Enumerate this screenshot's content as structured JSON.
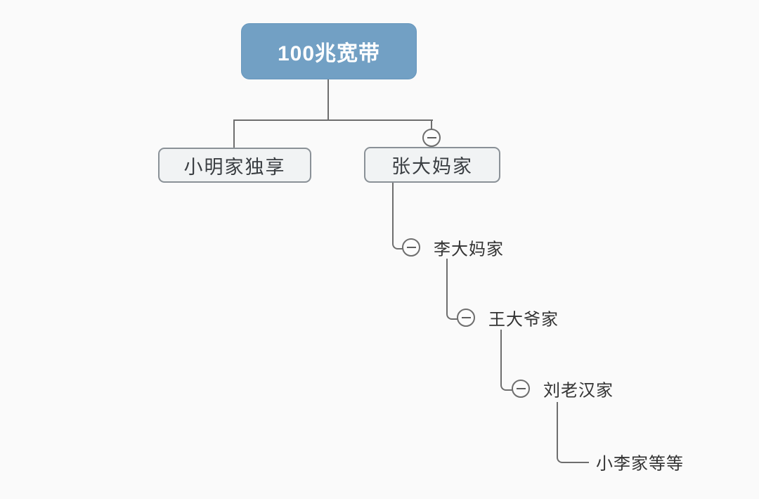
{
  "title": "broadband sharing mindmap",
  "colors": {
    "background": "#fafafa",
    "root_fill": "#72a0c4",
    "root_text": "#ffffff",
    "node_fill": "#f1f3f4",
    "node_border": "#8a9197",
    "node_text": "#3a3e42",
    "connector_line": "#6e6e6e"
  },
  "icons": {
    "collapse": "minus-in-circle"
  },
  "root": {
    "label": "100兆宽带"
  },
  "children": [
    {
      "label": "小明家独享",
      "has_collapse_icon": false
    },
    {
      "label": "张大妈家",
      "has_collapse_icon": true
    }
  ],
  "chain": [
    {
      "label": "李大妈家",
      "has_collapse_icon": true
    },
    {
      "label": "王大爷家",
      "has_collapse_icon": true
    },
    {
      "label": "刘老汉家",
      "has_collapse_icon": true
    },
    {
      "label": "小李家等等",
      "has_collapse_icon": false
    }
  ]
}
